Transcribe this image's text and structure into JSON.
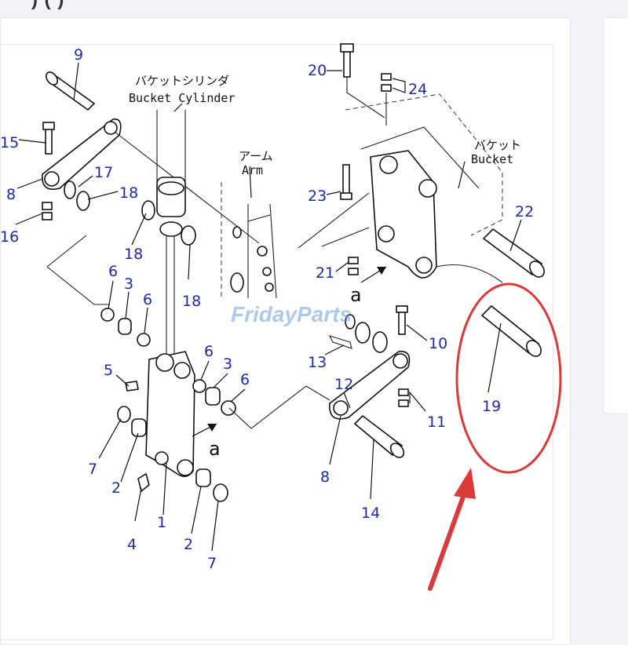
{
  "page": {
    "heading": ") ( )"
  },
  "labels": {
    "bucket_cylinder_jp": "バケットシリンダ",
    "bucket_cylinder_en": "Bucket Cylinder",
    "arm_jp": "アーム",
    "arm_en": "Arm",
    "bucket_jp": "バケット",
    "bucket_en": "Bucket",
    "marker_a": "a"
  },
  "watermark": "FridayParts",
  "callouts": {
    "p9": "9",
    "p15": "15",
    "p8a": "8",
    "p17": "17",
    "p18a": "18",
    "p16": "16",
    "p18b": "18",
    "p18c": "18",
    "p6a": "6",
    "p3a": "3",
    "p6b": "6",
    "p5": "5",
    "p7a": "7",
    "p2a": "2",
    "p4": "4",
    "p1": "1",
    "p2b": "2",
    "p7b": "7",
    "p6c": "6",
    "p3b": "3",
    "p6d": "6",
    "p20": "20",
    "p24": "24",
    "p23": "23",
    "p21": "21",
    "p22": "22",
    "p10": "10",
    "p13": "13",
    "p12": "12",
    "p11": "11",
    "p8b": "8",
    "p14": "14",
    "p19": "19"
  },
  "highlight": {
    "part": "19",
    "color": "#d93a3a"
  },
  "colors": {
    "callout": "#1f2aa8",
    "highlight": "#d93a3a",
    "watermark": "#6f9ee0"
  }
}
